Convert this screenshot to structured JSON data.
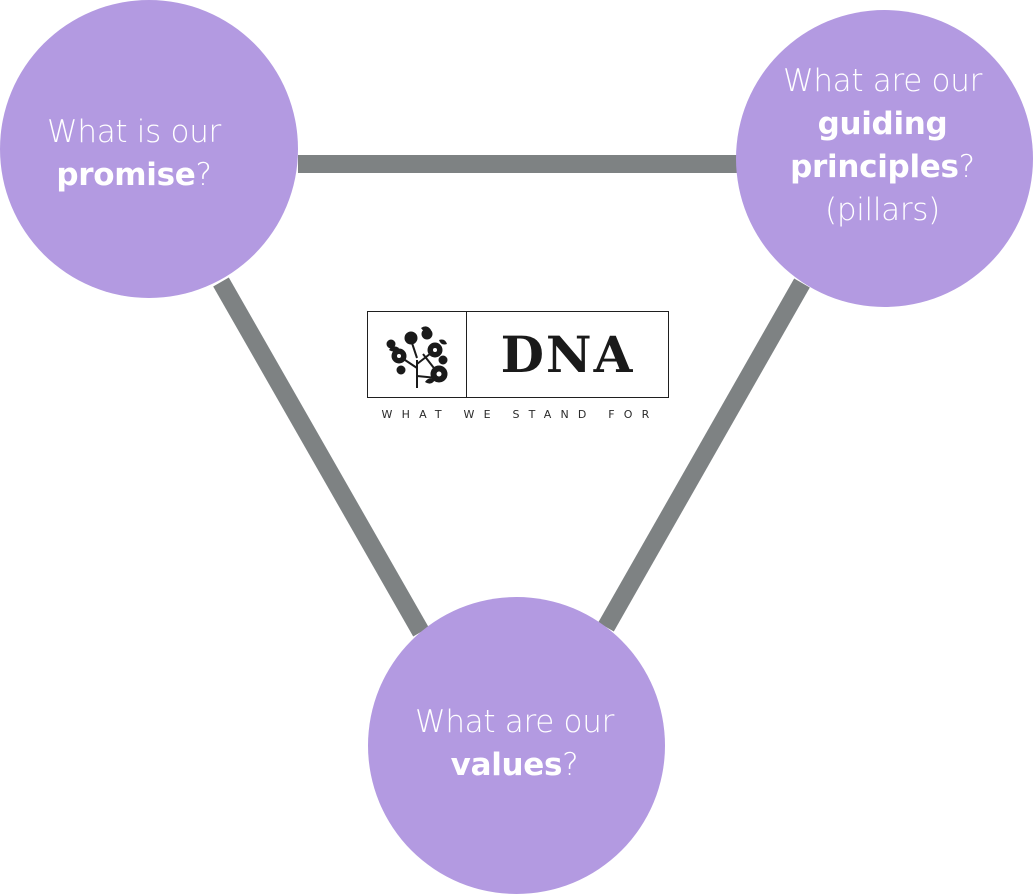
{
  "diagram": {
    "colors": {
      "node_fill": "#b39ae1",
      "node_text": "#ffffff",
      "connector": "#7e8283"
    },
    "nodes": {
      "promise": {
        "lines": [
          [
            {
              "text": "What is our",
              "bold": false
            }
          ],
          [
            {
              "text": "promise",
              "bold": true
            },
            {
              "text": "?",
              "bold": false
            }
          ]
        ]
      },
      "principles": {
        "lines": [
          [
            {
              "text": "What are our",
              "bold": false
            }
          ],
          [
            {
              "text": "guiding",
              "bold": true
            }
          ],
          [
            {
              "text": "principles",
              "bold": true
            },
            {
              "text": "?",
              "bold": false
            }
          ],
          [
            {
              "text": "(pillars)",
              "bold": false
            }
          ]
        ]
      },
      "values": {
        "lines": [
          [
            {
              "text": "What are our",
              "bold": false
            }
          ],
          [
            {
              "text": "our",
              "bold": false,
              "skip": true
            }
          ],
          [
            {
              "text": "values",
              "bold": true
            },
            {
              "text": "?",
              "bold": false
            }
          ]
        ]
      }
    },
    "edges": [
      {
        "from": "promise",
        "to": "principles"
      },
      {
        "from": "promise",
        "to": "values"
      },
      {
        "from": "principles",
        "to": "values"
      }
    ],
    "logo": {
      "wordmark": "DNA",
      "tagline": "WHAT WE STAND FOR",
      "emblem": "flowering-tree-icon"
    }
  }
}
